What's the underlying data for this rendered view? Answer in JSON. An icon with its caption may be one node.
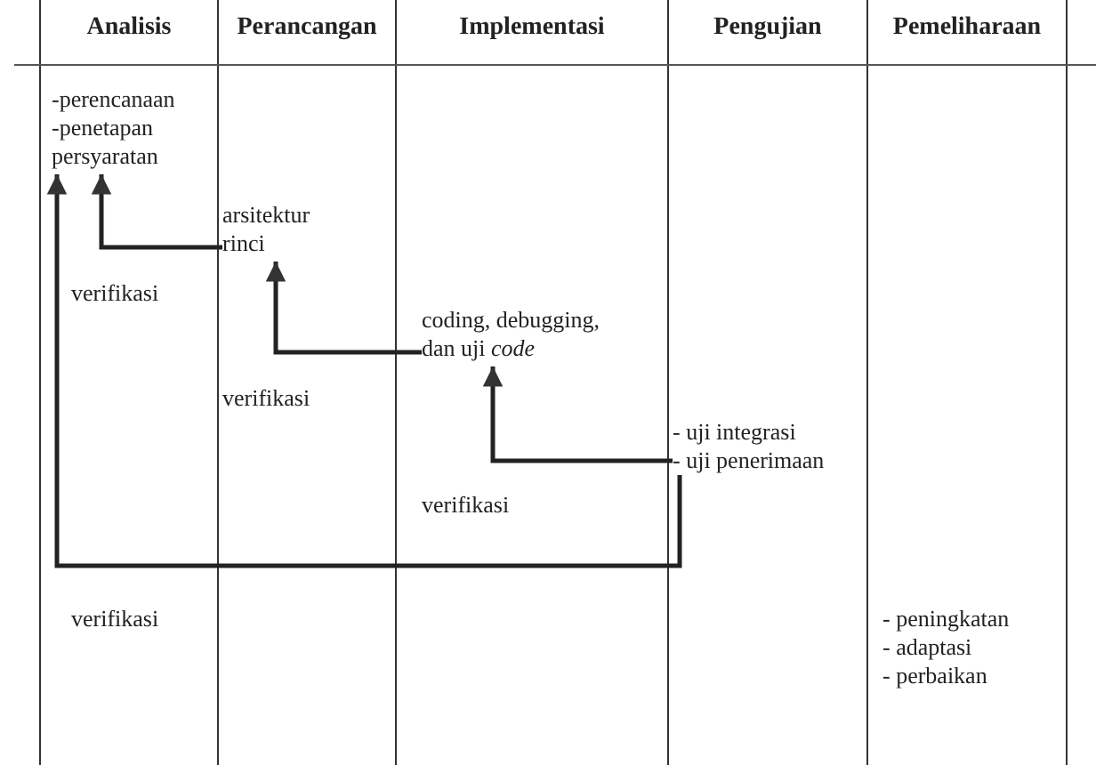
{
  "diagram": {
    "nodes": [
      {
        "text": [
          "Analisis"
        ]
      },
      {
        "text": [
          "Perancangan"
        ]
      },
      {
        "text": [
          "Implementasi"
        ]
      },
      {
        "text": [
          "Pengujian"
        ]
      },
      {
        "text": [
          "Pemeliharaan"
        ]
      },
      {
        "text": [
          "-perencanaan",
          "-penetapan persyaratan"
        ],
        "in": 0
      },
      {
        "text": [
          "arsitektur rinci"
        ],
        "in": 1
      },
      {
        "text": [
          "coding, debugging, dan uji *code*"
        ],
        "in": 2
      },
      {
        "text": [
          "- uji integrasi",
          "- uji penerimaan"
        ],
        "in": 3
      },
      {
        "text": [
          "- peningkatan",
          "- adaptasi",
          "- perbaikan"
        ],
        "in": 4
      }
    ],
    "edges": [
      {
        "from": 6,
        "to": 5,
        "arrow": "to",
        "label": "verifikasi"
      },
      {
        "from": 7,
        "to": 6,
        "arrow": "to",
        "label": "verifikasi"
      },
      {
        "from": 8,
        "to": 7,
        "arrow": "to",
        "label": "verifikasi"
      },
      {
        "from": 8,
        "to": 5,
        "arrow": "to",
        "label": "verifikasi"
      }
    ]
  }
}
